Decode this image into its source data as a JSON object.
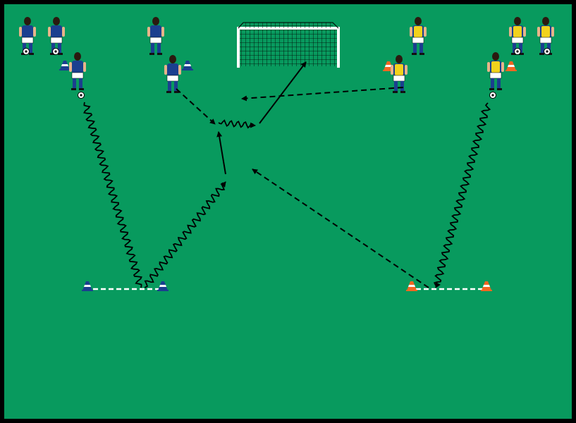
{
  "colors": {
    "pitch": "#089a5e",
    "border": "#000000",
    "team_blue": "#1b3f8f",
    "team_yellow_bib": "#f2d21c",
    "cone_blue": "#1b3f8f",
    "cone_orange": "#f26722",
    "lines": "#000000",
    "gate_line": "#ffffff"
  },
  "elements": {
    "goal": "goal-net",
    "blue_players": [
      "blue-player",
      "blue-player",
      "blue-player",
      "blue-player",
      "blue-player"
    ],
    "yellow_players": [
      "yellow-player",
      "yellow-player",
      "yellow-player",
      "yellow-player",
      "yellow-player"
    ],
    "cones": [
      "blue-cone",
      "blue-cone",
      "blue-cone",
      "blue-cone",
      "orange-cone",
      "orange-cone",
      "orange-cone",
      "orange-cone"
    ],
    "movement_lines": [
      "dribble-path",
      "dribble-path",
      "dribble-path",
      "dribble-path",
      "pass-arrow",
      "pass-arrow",
      "run-arrow",
      "run-arrow",
      "shot-arrow"
    ]
  }
}
